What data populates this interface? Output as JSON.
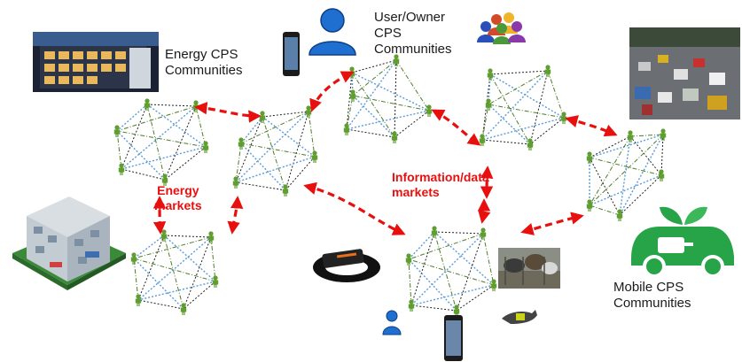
{
  "labels": {
    "energy": {
      "line1": "Energy CPS",
      "line2": "Communities"
    },
    "user": {
      "line1": "User/Owner",
      "line2": "CPS",
      "line3": "Communities"
    },
    "mobile": {
      "line1": "Mobile CPS",
      "line2": "Communities"
    },
    "energy_markets": {
      "line1": "Energy",
      "line2": "markets"
    },
    "info_markets": {
      "line1": "Information/data",
      "line2": "markets"
    }
  },
  "colors": {
    "node": "#5f9e2f",
    "edge_black": "#222222",
    "edge_blue": "#5b9bd5",
    "edge_green": "#4e7d2a",
    "arrow": "#e8100f",
    "person": "#1f6fd1"
  },
  "icons": {
    "building_photo": "office-building-photo",
    "house_cutaway": "smart-house-icon",
    "phone": "smartphone-icon",
    "person": "person-icon",
    "group": "user-group-icon",
    "traffic_photo": "traffic-photo",
    "ev": "electric-car-icon",
    "wearable": "smartwatch-icon",
    "cattle_photo": "cattle-photo",
    "dog_photo": "dog-photo"
  }
}
